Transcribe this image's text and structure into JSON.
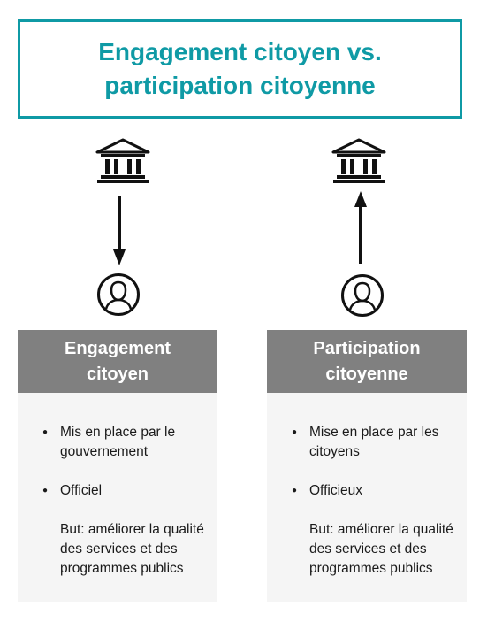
{
  "title": "Engagement citoyen vs. participation citoyenne",
  "colors": {
    "accent": "#0f9aa5",
    "header_bg": "#808080",
    "body_bg": "#f5f5f5"
  },
  "icons": [
    "government-building-icon",
    "person-icon"
  ],
  "left": {
    "arrow_direction": "down",
    "header": "Engagement citoyen",
    "bullets": [
      "Mis en place par le gouvernement",
      "Officiel"
    ],
    "note": "But: améliorer la qualité des services et des programmes publics"
  },
  "right": {
    "arrow_direction": "up",
    "header": "Participation citoyenne",
    "bullets": [
      "Mise en place par les citoyens",
      "Officieux"
    ],
    "note": "But: améliorer la qualité des services et des programmes publics"
  }
}
